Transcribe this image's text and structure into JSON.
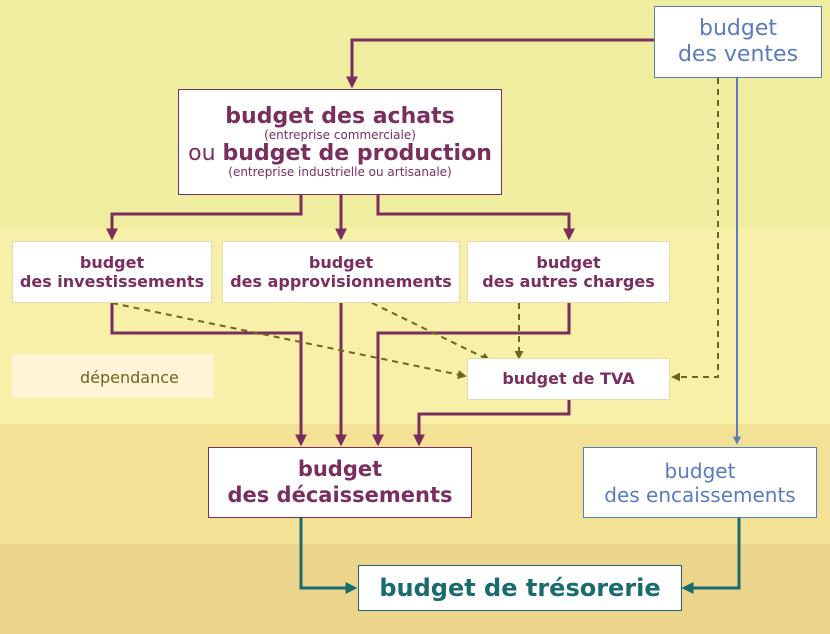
{
  "colors": {
    "purple": "#7a2e5e",
    "blue": "#5b7bbf",
    "teal": "#1a6b6e",
    "olive": "#6e6520",
    "band1": "#efeda0",
    "band2": "#f8efa8",
    "band3": "#f3e196",
    "band4": "#ecd48d"
  },
  "nodes": {
    "ventes": {
      "line1": "budget",
      "line2": "des ventes"
    },
    "achats": {
      "title1": "budget des achats",
      "sub1": "(entreprise commerciale)",
      "ou": "ou",
      "title2": "budget de production",
      "sub2": "(entreprise industrielle ou artisanale)"
    },
    "investissements": {
      "line1": "budget",
      "line2": "des investissements"
    },
    "approvisionnements": {
      "line1": "budget",
      "line2": "des approvisionnements"
    },
    "autres_charges": {
      "line1": "budget",
      "line2": "des autres charges"
    },
    "tva": {
      "label": "budget de TVA"
    },
    "decaissements": {
      "line1": "budget",
      "line2": "des décaissements"
    },
    "encaissements": {
      "line1": "budget",
      "line2": "des encaissements"
    },
    "tresorerie": {
      "label": "budget de trésorerie"
    }
  },
  "legend": {
    "label": "dépendance"
  }
}
